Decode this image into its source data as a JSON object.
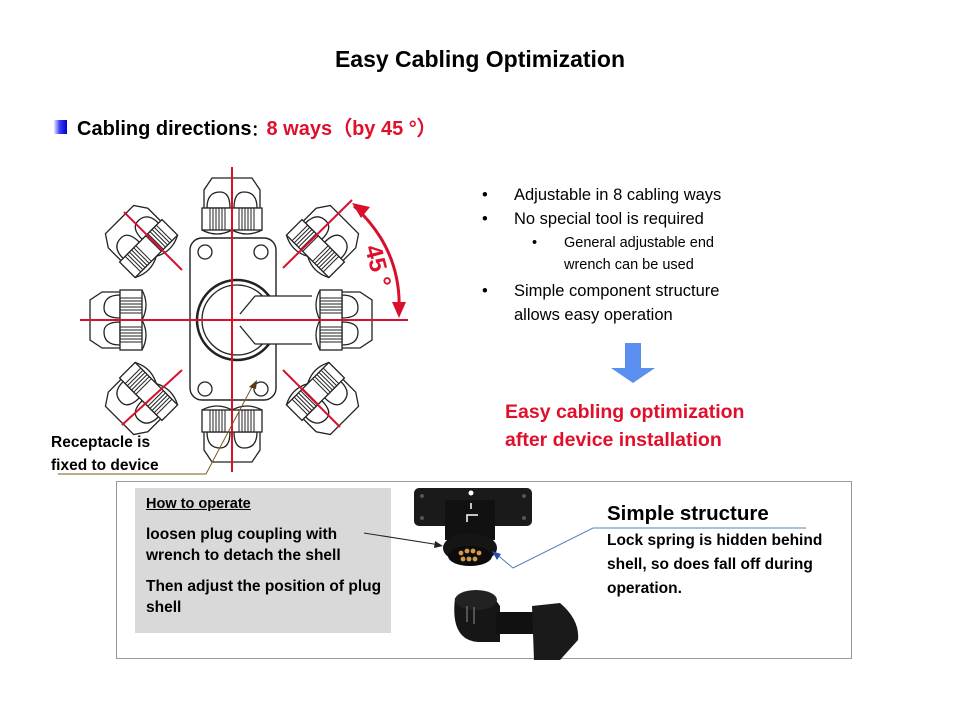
{
  "slide": {
    "title": "Easy Cabling Optimization",
    "subheading": {
      "label": "Cabling directions",
      "separator": "：",
      "value": "8 ways（by 45 °）"
    },
    "bullets": [
      "Adjustable  in 8 cabling ways",
      "No special tool is required"
    ],
    "sub_bullet": {
      "line1": "General adjustable end",
      "line2": "wrench can be used"
    },
    "bullet3": {
      "line1": "Simple  component  structure",
      "line2": "allows easy operation"
    },
    "result": {
      "line1": "Easy cabling optimization",
      "line2": "after device installation"
    },
    "diagram": {
      "angle_label": "45 °",
      "receptacle_label": {
        "line1": "Receptacle is",
        "line2": "fixed to device"
      }
    },
    "how_to": {
      "header": "How to operate",
      "step1": "loosen plug coupling with wrench to detach the shell",
      "step2": "Then adjust the position of plug shell"
    },
    "simple_structure": {
      "title": "Simple structure",
      "body": "Lock spring is hidden behind shell, so does fall off during operation."
    },
    "colors": {
      "accent_red": "#e0102c",
      "arrow_blue": "#5b8ff0",
      "box_gray": "#d9d9d9"
    }
  }
}
